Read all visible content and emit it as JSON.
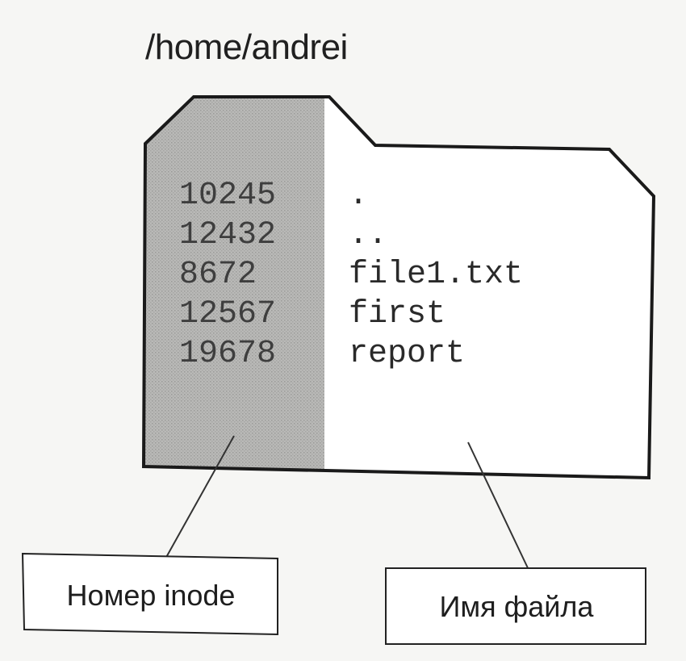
{
  "title": "/home/andrei",
  "entries": [
    {
      "inode": "10245",
      "name": "."
    },
    {
      "inode": "12432",
      "name": ".."
    },
    {
      "inode": "8672",
      "name": "file1.txt"
    },
    {
      "inode": "12567",
      "name": "first"
    },
    {
      "inode": "19678",
      "name": "report"
    }
  ],
  "labels": {
    "inode": "Номер inode",
    "filename": "Имя файла"
  },
  "colors": {
    "inode_column_fill": "#b4b4b2",
    "outline": "#1a1a1a"
  }
}
